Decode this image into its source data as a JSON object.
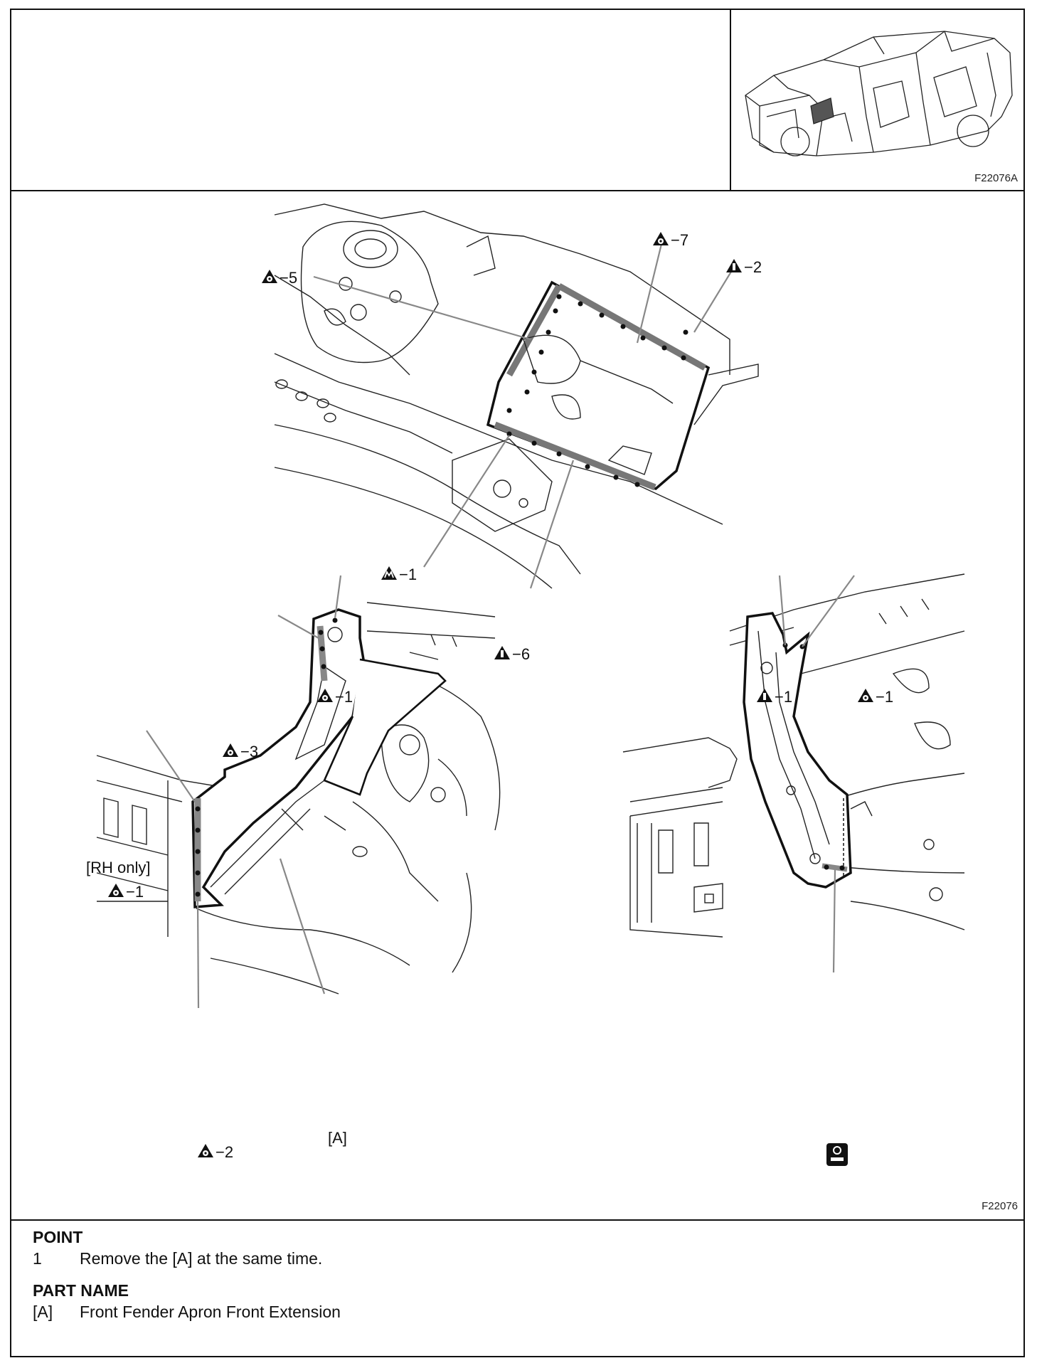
{
  "figures": {
    "thumbnail_code": "F22076A",
    "main_code": "F22076"
  },
  "callouts": {
    "top": [
      {
        "symbol": "spot-weld-symbol",
        "text": "−7"
      },
      {
        "symbol": "mig-plug-symbol",
        "text": "−2"
      },
      {
        "symbol": "spot-weld-symbol",
        "text": "−5"
      },
      {
        "symbol": "mig-braze-symbol",
        "text": "−1"
      },
      {
        "symbol": "mig-plug-symbol",
        "text": "−6"
      }
    ],
    "left": [
      {
        "symbol": "spot-weld-symbol",
        "text": "−1"
      },
      {
        "symbol": "spot-weld-symbol",
        "text": "−3"
      },
      {
        "symbol": "spot-weld-symbol",
        "text": "−1"
      },
      {
        "symbol": "spot-weld-symbol",
        "text": "−2"
      }
    ],
    "left_note": "[RH only]",
    "part_ref": "[A]",
    "right": [
      {
        "symbol": "mig-plug-symbol",
        "text": "−1"
      },
      {
        "symbol": "spot-weld-symbol",
        "text": "−1"
      }
    ]
  },
  "notes": {
    "point_heading": "POINT",
    "points": [
      {
        "num": "1",
        "text": "Remove the [A] at the same time."
      }
    ],
    "part_heading": "PART NAME",
    "parts": [
      {
        "ref": "[A]",
        "text": "Front Fender Apron Front Extension"
      }
    ]
  }
}
